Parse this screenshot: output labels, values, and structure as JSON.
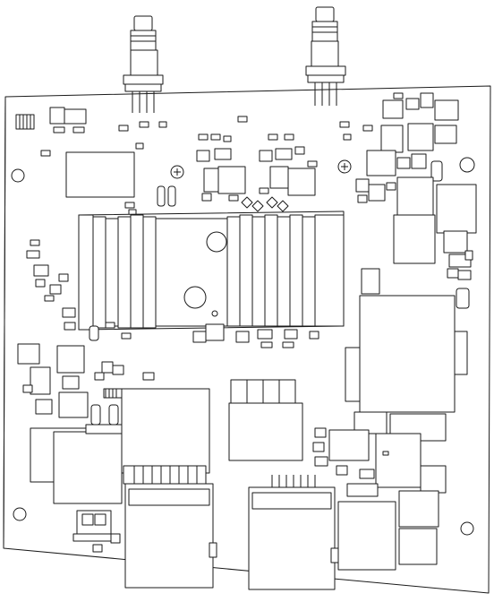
{
  "drawing": {
    "subject": "pcb-board-line-drawing",
    "colors": {
      "line": "#1a1a1a",
      "fill": "#ffffff",
      "background": "#ffffff"
    },
    "connectors_top": [
      "sma-connector-left",
      "sma-connector-right"
    ],
    "icons": [
      "screw-hole-icon",
      "heatsink-icon",
      "crystal-icon"
    ]
  }
}
